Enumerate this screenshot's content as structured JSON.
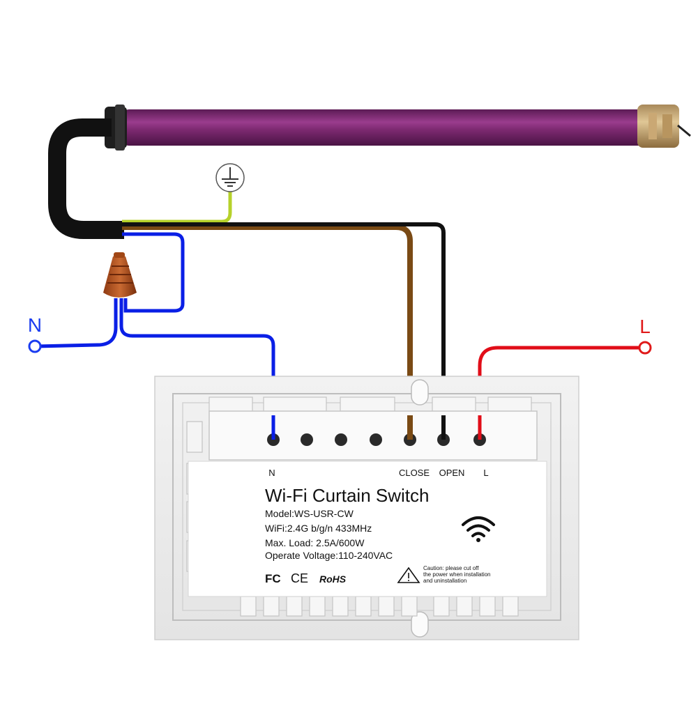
{
  "labels": {
    "neutral_input": "N",
    "live_input": "L"
  },
  "device": {
    "title": "Wi-Fi Curtain Switch",
    "specs": [
      "Model:WS-USR-CW",
      "WiFi:2.4G b/g/n 433MHz",
      "Max. Load: 2.5A/600W",
      "Operate Voltage:110-240VAC"
    ],
    "terminals": [
      "N",
      "CLOSE",
      "OPEN",
      "L"
    ],
    "certifications": {
      "fc": "FC",
      "ce": "CE",
      "rohs": "RoHS"
    },
    "caution": [
      "Caution: please cut off",
      "the power when installation",
      "and uninstallation"
    ]
  },
  "colors": {
    "neutral_wire": "#0a1fe6",
    "live_wire": "#e10d18",
    "close_wire": "#7a4a14",
    "open_wire": "#111111",
    "ground_wire": "#b6d12a",
    "motor_tube": "#7e2a72",
    "label_neutral": "#1a3cf0",
    "label_live": "#e01a1a"
  },
  "icons": [
    "ground-symbol-icon",
    "wifi-icon",
    "caution-icon",
    "wire-nut-icon"
  ]
}
